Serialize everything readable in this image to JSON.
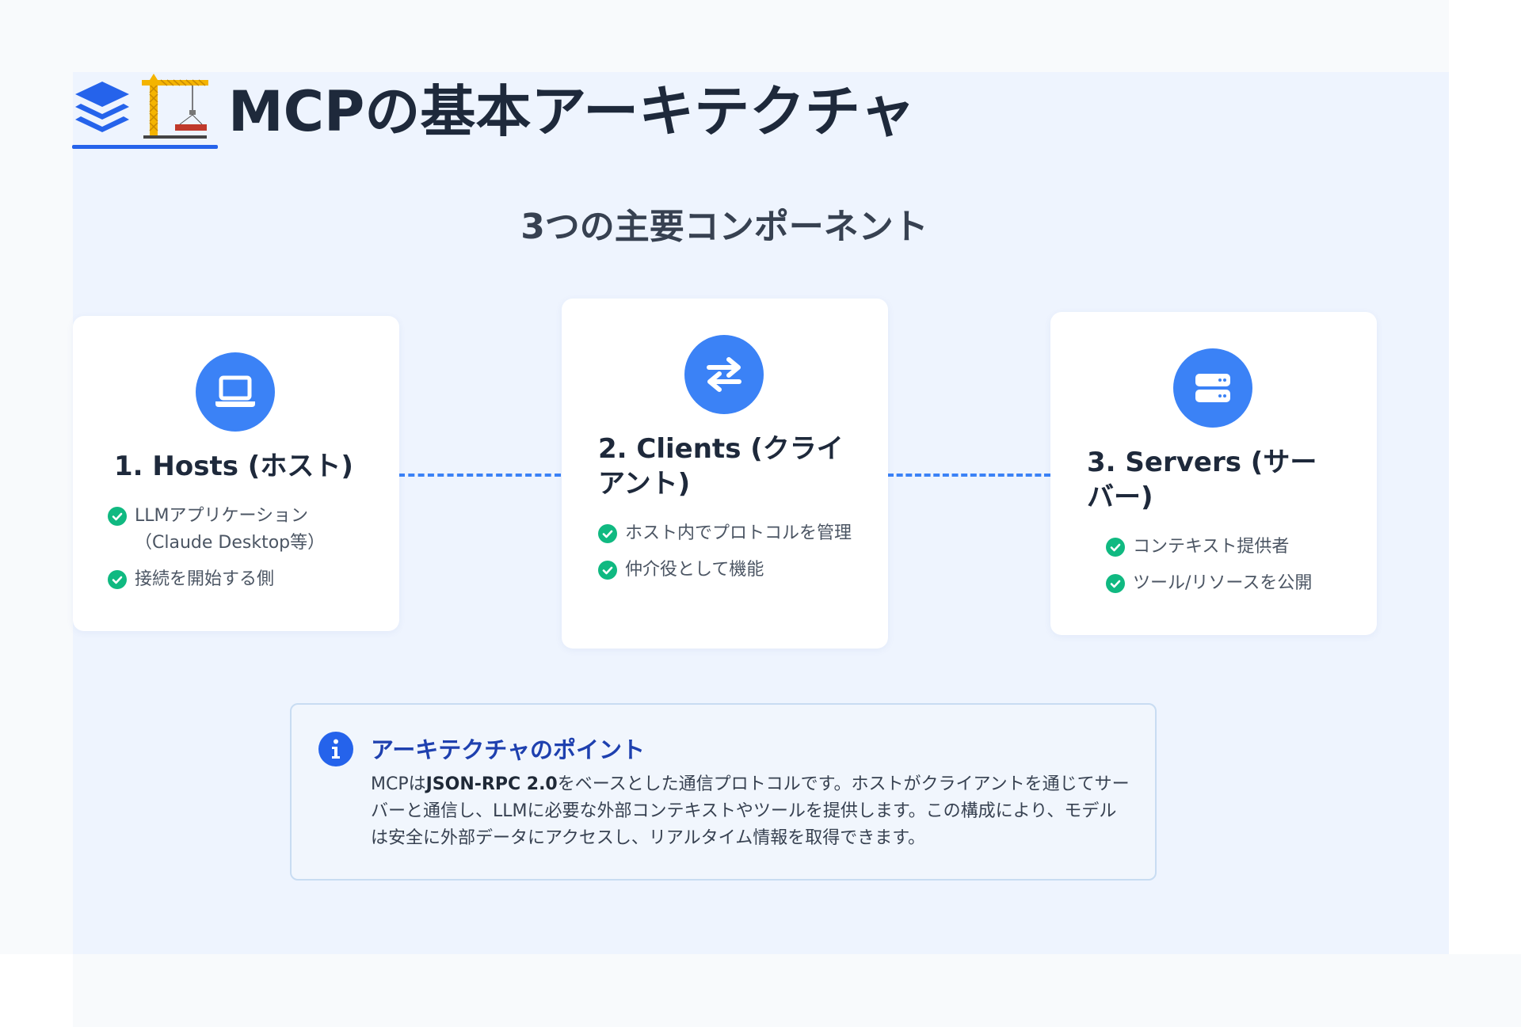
{
  "header": {
    "title": "MCPの基本アーキテクチャ",
    "icons": [
      "layers-icon",
      "construction-crane-icon"
    ]
  },
  "subtitle": "3つの主要コンポーネント",
  "cards": [
    {
      "title": "1. Hosts (ホスト)",
      "icon": "laptop-icon",
      "items": [
        "LLMアプリケーション（Claude Desktop等）",
        "接続を開始する側"
      ]
    },
    {
      "title": "2. Clients (クライアント)",
      "icon": "exchange-arrows-icon",
      "items": [
        "ホスト内でプロトコルを管理",
        "仲介役として機能"
      ]
    },
    {
      "title": "3. Servers (サーバー)",
      "icon": "server-icon",
      "items": [
        "コンテキスト提供者",
        "ツール/リソースを公開"
      ]
    }
  ],
  "info": {
    "title": "アーキテクチャのポイント",
    "text_before": "MCPは",
    "text_bold": "JSON-RPC 2.0",
    "text_after": "をベースとした通信プロトコルです。ホストがクライアントを通じてサーバーと通信し、LLMに必要な外部コンテキストやツールを提供します。この構成により、モデルは安全に外部データにアクセスし、リアルタイム情報を取得できます。"
  },
  "colors": {
    "accent": "#3b82f6",
    "accent_dark": "#2563eb",
    "check": "#10b981",
    "info_title": "#1e40af",
    "slide_bg": "#eef4fe"
  }
}
